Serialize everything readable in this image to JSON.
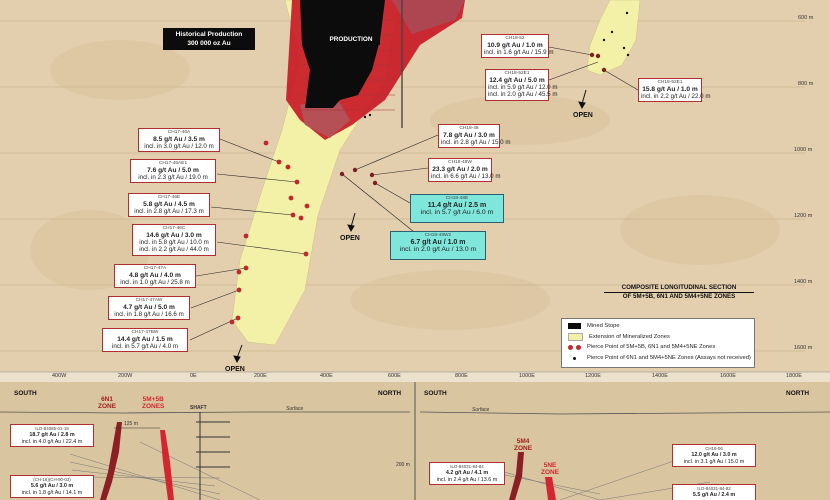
{
  "top_section": {
    "historical_title": "Historical Production",
    "historical_value": "300 000 oz Au",
    "production_label": "PRODUCTION",
    "open_label": "OPEN",
    "depth_labels": [
      "600 m",
      "800 m",
      "1000 m",
      "1200 m",
      "1400 m",
      "1600 m"
    ],
    "easting_labels": [
      "400W",
      "200W",
      "0E",
      "200E",
      "400E",
      "600E",
      "800E",
      "1000E",
      "1200E",
      "1400E",
      "1600E",
      "1800E"
    ]
  },
  "callouts": [
    {
      "id": "CH18-52",
      "line1": "10.9 g/t Au / 1.0 m",
      "line2": "incl. in 1.6 g/t Au / 15.9 m"
    },
    {
      "id": "CH18-52E1",
      "line1": "12.4 g/t Au / 5.0 m",
      "line2": "incl. in 5.9 g/t Au / 12.0 m",
      "line3": "incl. in 2.0 g/t Au / 45.5 m"
    },
    {
      "id": "CH18-52E1",
      "line1": "15.8 g/t Au / 1.0 m",
      "line2": "incl. in 2.2 g/t Au / 22.0 m"
    },
    {
      "id": "CH18-48",
      "line1": "7.8 g/t Au / 3.0 m",
      "line2": "incl. in 2.8 g/t Au / 15.0 m"
    },
    {
      "id": "CH18-48W",
      "line1": "23.3 g/t Au / 2.0 m",
      "line2": "incl. in 6.6 g/t Au / 13.0 m"
    },
    {
      "id": "CH18-48E",
      "line1": "11.4 g/t Au / 2.5 m",
      "line2": "incl. in 5.7 g/t Au / 6.0 m"
    },
    {
      "id": "CH18-48W2",
      "line1": "6.7 g/t Au / 1.0 m",
      "line2": "incl. in 2.0 g/t Au / 13.0 m"
    },
    {
      "id": "CH17-46A",
      "line1": "8.5 g/t Au / 3.5 m",
      "line2": "incl. in 3.0 g/t Au / 12.0 m"
    },
    {
      "id": "CH17-46AE1",
      "line1": "7.6 g/t Au / 5.0 m",
      "line2": "incl. in 2.3 g/t Au / 19.0 m"
    },
    {
      "id": "CH17-46E",
      "line1": "5.8 g/t Au / 4.5 m",
      "line2": "incl. in 2.8 g/t Au / 17.3 m"
    },
    {
      "id": "CH17-46C",
      "line1": "14.6 g/t Au / 3.0 m",
      "line2": "incl. in 5.8 g/t Au / 10.0 m",
      "line3": "incl. in 2.2 g/t Au / 44.0 m"
    },
    {
      "id": "CH17-47A",
      "line1": "4.8 g/t Au / 4.0 m",
      "line2": "incl. in 1.0 g/t Au / 25.8 m"
    },
    {
      "id": "CH17-47AW",
      "line1": "4.7 g/t Au / 5.0 m",
      "line2": "incl. in 1.8 g/t Au / 16.6 m"
    },
    {
      "id": "CH17-47BW",
      "line1": "14.4 g/t Au / 1.5 m",
      "line2": "incl. in 5.7 g/t Au / 4.0 m"
    }
  ],
  "composite_title": [
    "COMPOSITE LONGITUDINAL SECTION",
    "OF 5M+5B, 6N1 AND 5M4+5NE ZONES"
  ],
  "legend": [
    {
      "label": "Mined Stope",
      "color": "#0c0c0c"
    },
    {
      "label": "Extension of Mineralized Zones",
      "color": "#f3f1a8"
    },
    {
      "label": "Pierce Point of 5M+5B, 6N1 and 5M4+5NE Zones",
      "color": "#c0282d"
    },
    {
      "label": "Pierce Point of 6N1 and 5M4+5NE Zones (Assays not received)",
      "color": "#111111"
    }
  ],
  "bottom_left": {
    "south": "SOUTH",
    "north": "NORTH",
    "zone_6n1": [
      "6N1",
      "ZONE"
    ],
    "zone_5m5b": [
      "5M+5B",
      "ZONES"
    ],
    "shaft": "SHAFT",
    "surface": "Surface",
    "distance": "125 m",
    "callouts": [
      {
        "id": "ILO-84085-01-19",
        "line1": "18.7 g/t Au / 2.8 m",
        "line2": "incl. in 4.0 g/t Au / 22.4 m"
      },
      {
        "id": "(CH-16)(CH-90-03)",
        "line1": "5.6 g/t Au / 3.0 m",
        "line2": "incl. in 1.8 g/t Au / 14.1 m"
      }
    ]
  },
  "bottom_right": {
    "south": "SOUTH",
    "north": "NORTH",
    "surface": "Surface",
    "depth": "200 m",
    "zone_5m4": [
      "5M4",
      "ZONE"
    ],
    "zone_5ne": [
      "5NE",
      "ZONE"
    ],
    "callouts": [
      {
        "id": "ILO-84031-84-84",
        "line1": "4.2 g/t Au / 4.1 m",
        "line2": "incl. in 2.4 g/t Au / 13.6 m"
      },
      {
        "id": "CH18-06",
        "line1": "12.0 g/t Au / 3.0 m",
        "line2": "incl. in 3.1 g/t Au / 15.0 m"
      },
      {
        "id": "ILO-84031-84-82",
        "line1": "5.5 g/t Au / 2.4 m",
        "line2": ""
      }
    ]
  },
  "colors": {
    "pierce_red": "#c0282d",
    "extension_yellow": "#f3f1a8",
    "stope_red": "#c8202a",
    "background": "#e3cfae"
  }
}
